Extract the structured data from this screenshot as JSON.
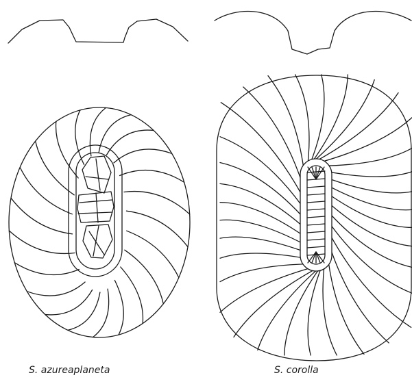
{
  "specimens": [
    {
      "name": "S. azureaplaneta",
      "spoke_count": 22
    },
    {
      "name": "S. corolla",
      "spoke_count": 34
    }
  ]
}
